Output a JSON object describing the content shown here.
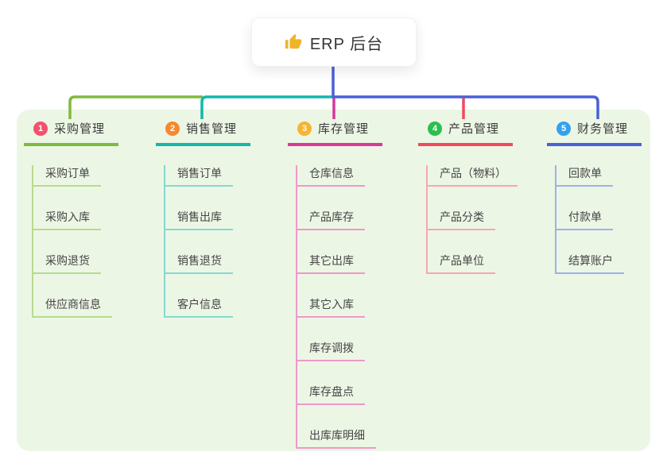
{
  "root": {
    "icon": "thumbs-up-icon",
    "icon_color": "#f0b429",
    "label": "ERP 后台",
    "connector_color": "#4a61d6"
  },
  "panel": {
    "background": "#ecf6e5"
  },
  "branches": [
    {
      "index": "1",
      "label": "采购管理",
      "badge_color": "#f4516c",
      "line_color": "#7fba3d",
      "sub_line_color": "#b7db8f",
      "children": [
        "采购订单",
        "采购入库",
        "采购退货",
        "供应商信息"
      ]
    },
    {
      "index": "2",
      "label": "销售管理",
      "badge_color": "#f8872e",
      "line_color": "#14b6ae",
      "sub_line_color": "#85d8d0",
      "children": [
        "销售订单",
        "销售出库",
        "销售退货",
        "客户信息"
      ]
    },
    {
      "index": "3",
      "label": "库存管理",
      "badge_color": "#f9b232",
      "line_color": "#d53a9c",
      "sub_line_color": "#ef98ca",
      "children": [
        "仓库信息",
        "产品库存",
        "其它出库",
        "其它入库",
        "库存调拨",
        "库存盘点",
        "出库库明细"
      ]
    },
    {
      "index": "4",
      "label": "产品管理",
      "badge_color": "#2cbf50",
      "line_color": "#f14a5d",
      "sub_line_color": "#f8a6ad",
      "children": [
        "产品（物料）",
        "产品分类",
        "产品单位"
      ]
    },
    {
      "index": "5",
      "label": "财务管理",
      "badge_color": "#35a1ee",
      "line_color": "#4a61d6",
      "sub_line_color": "#9fb0e9",
      "children": [
        "回款单",
        "付款单",
        "结算账户"
      ]
    }
  ]
}
